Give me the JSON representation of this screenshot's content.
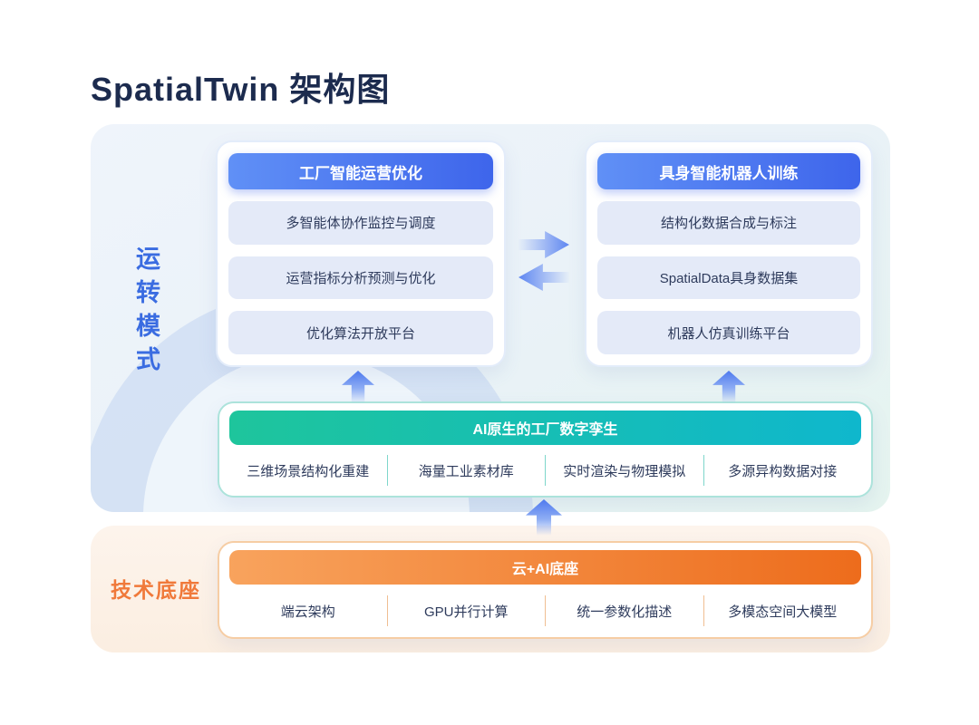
{
  "page": {
    "title": "SpatialTwin 架构图"
  },
  "operation_section": {
    "side_label": "运转模式",
    "factory_card": {
      "header": "工厂智能运营优化",
      "items": [
        "多智能体协作监控与调度",
        "运营指标分析预测与优化",
        "优化算法开放平台"
      ]
    },
    "robot_card": {
      "header": "具身智能机器人训练",
      "items": [
        "结构化数据合成与标注",
        "SpatialData具身数据集",
        "机器人仿真训练平台"
      ]
    },
    "twin_card": {
      "header": "AI原生的工厂数字孪生",
      "items": [
        "三维场景结构化重建",
        "海量工业素材库",
        "实时渲染与物理模拟",
        "多源异构数据对接"
      ]
    }
  },
  "foundation_section": {
    "side_label": "技术底座",
    "base_card": {
      "header": "云+AI底座",
      "items": [
        "端云架构",
        "GPU并行计算",
        "统一参数化描述",
        "多模态空间大模型"
      ]
    }
  },
  "colors": {
    "title_text": "#1C2B4E",
    "blue_header_start": "#6090F6",
    "blue_header_end": "#3E65EB",
    "teal_header_start": "#1EC59C",
    "teal_header_end": "#0FB7CD",
    "orange_header_start": "#F8A35D",
    "orange_header_end": "#ED6C1C",
    "operation_label_text": "#3A6CE1",
    "foundation_label_text": "#F0793A",
    "pill_bg": "#E4EAF8",
    "item_text": "#2E3B5C",
    "arrow_blue": "#5E86F1"
  }
}
